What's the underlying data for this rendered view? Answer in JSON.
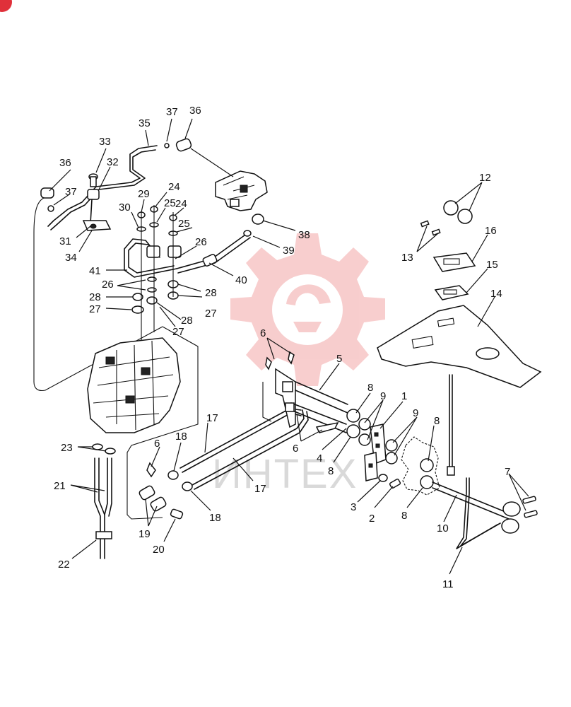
{
  "watermark": {
    "text": "ИНТЕХ",
    "gear_color": "#f2a5a5"
  },
  "corner_badge": {
    "color": "#e0303a"
  },
  "callouts": [
    {
      "id": "c37a",
      "text": "37"
    },
    {
      "id": "c36a",
      "text": "36"
    },
    {
      "id": "c35",
      "text": "35"
    },
    {
      "id": "c33",
      "text": "33"
    },
    {
      "id": "c36b",
      "text": "36"
    },
    {
      "id": "c32",
      "text": "32"
    },
    {
      "id": "c37b",
      "text": "37"
    },
    {
      "id": "c29",
      "text": "29"
    },
    {
      "id": "c24a",
      "text": "24"
    },
    {
      "id": "c30",
      "text": "30"
    },
    {
      "id": "c25a",
      "text": "25"
    },
    {
      "id": "c24b",
      "text": "24"
    },
    {
      "id": "c31",
      "text": "31"
    },
    {
      "id": "c25b",
      "text": "25"
    },
    {
      "id": "c34",
      "text": "34"
    },
    {
      "id": "c38",
      "text": "38"
    },
    {
      "id": "c26a",
      "text": "26"
    },
    {
      "id": "c39",
      "text": "39"
    },
    {
      "id": "c41",
      "text": "41"
    },
    {
      "id": "c40",
      "text": "40"
    },
    {
      "id": "c26b",
      "text": "26"
    },
    {
      "id": "c28a",
      "text": "28"
    },
    {
      "id": "c28b",
      "text": "28"
    },
    {
      "id": "c27a",
      "text": "27"
    },
    {
      "id": "c27b",
      "text": "27"
    },
    {
      "id": "c28c",
      "text": "28"
    },
    {
      "id": "c27c",
      "text": "27"
    },
    {
      "id": "c12",
      "text": "12"
    },
    {
      "id": "c16",
      "text": "16"
    },
    {
      "id": "c13",
      "text": "13"
    },
    {
      "id": "c15",
      "text": "15"
    },
    {
      "id": "c14",
      "text": "14"
    },
    {
      "id": "c6a",
      "text": "6"
    },
    {
      "id": "c5",
      "text": "5"
    },
    {
      "id": "c8a",
      "text": "8"
    },
    {
      "id": "c9a",
      "text": "9"
    },
    {
      "id": "c1",
      "text": "1"
    },
    {
      "id": "c9b",
      "text": "9"
    },
    {
      "id": "c8b",
      "text": "8"
    },
    {
      "id": "c6b",
      "text": "6"
    },
    {
      "id": "c4",
      "text": "4"
    },
    {
      "id": "c8c",
      "text": "8"
    },
    {
      "id": "c17a",
      "text": "17"
    },
    {
      "id": "c18a",
      "text": "18"
    },
    {
      "id": "c6c",
      "text": "6"
    },
    {
      "id": "c23",
      "text": "23"
    },
    {
      "id": "c17b",
      "text": "17"
    },
    {
      "id": "c21",
      "text": "21"
    },
    {
      "id": "c7",
      "text": "7"
    },
    {
      "id": "c3",
      "text": "3"
    },
    {
      "id": "c2",
      "text": "2"
    },
    {
      "id": "c8d",
      "text": "8"
    },
    {
      "id": "c19",
      "text": "19"
    },
    {
      "id": "c18b",
      "text": "18"
    },
    {
      "id": "c10",
      "text": "10"
    },
    {
      "id": "c20",
      "text": "20"
    },
    {
      "id": "c22",
      "text": "22"
    },
    {
      "id": "c11",
      "text": "11"
    }
  ]
}
